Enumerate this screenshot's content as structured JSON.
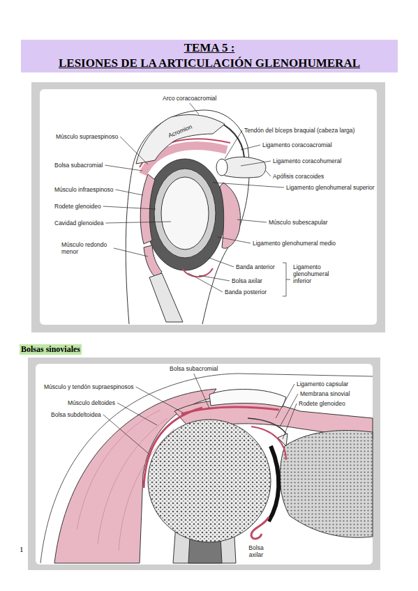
{
  "diagram": {
    "nodes": [
      {
        "text": [
          "TEMA 5 :",
          "LESIONES DE LA ARTICULACIÓN GLENOHUMERAL"
        ]
      },
      {
        "text": [
          "Bolsas sinoviales"
        ]
      }
    ],
    "labels": [
      "Arco coracoacromial",
      "Tendón del bíceps braquial (cabeza larga)",
      "Músculo supraespinoso",
      "Ligamento coracoacromial",
      "Acromion",
      "Bolsa subacromial",
      "Ligamento coracohumeral",
      "Apófisis coracoides",
      "Ligamento glenohumeral superior",
      "Músculo infraespinoso",
      "Rodete glenoideo",
      "Cavidad glenoidea",
      "Músculo subescapular",
      "Ligamento glenohumeral medio",
      "Músculo redondo menor",
      "Banda anterior",
      "Ligamento glenohumeral inferior",
      "Bolsa axilar",
      "Banda posterior",
      "Bolsa subacromial",
      "Músculo y tendón supraespinosos",
      "Ligamento capsular",
      "Membrana sinovial",
      "Músculo deltoides",
      "Rodete glenoideo",
      "Bolsa subdeltoidea",
      "Bolsa axilar",
      "1"
    ]
  }
}
